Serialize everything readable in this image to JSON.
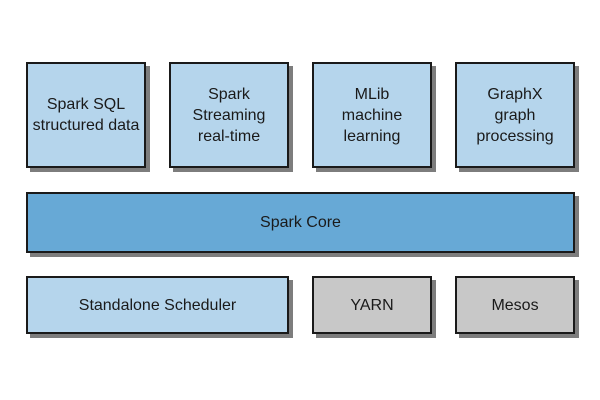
{
  "libraries": [
    {
      "id": "sql",
      "text": "Spark SQL\nstructured data"
    },
    {
      "id": "streaming",
      "text": "Spark Streaming\nreal-time"
    },
    {
      "id": "mllib",
      "text": "MLib\nmachine\nlearning"
    },
    {
      "id": "graphx",
      "text": "GraphX\ngraph\nprocessing"
    }
  ],
  "core": {
    "text": "Spark Core"
  },
  "schedulers": [
    {
      "id": "standalone",
      "text": "Standalone Scheduler"
    },
    {
      "id": "yarn",
      "text": "YARN"
    },
    {
      "id": "mesos",
      "text": "Mesos"
    }
  ],
  "colors": {
    "light_blue": "#b5d5ec",
    "core_blue": "#67a9d6",
    "grey": "#c8c8c8",
    "border": "#1a1a1a",
    "shadow": "#7d7d7d"
  }
}
